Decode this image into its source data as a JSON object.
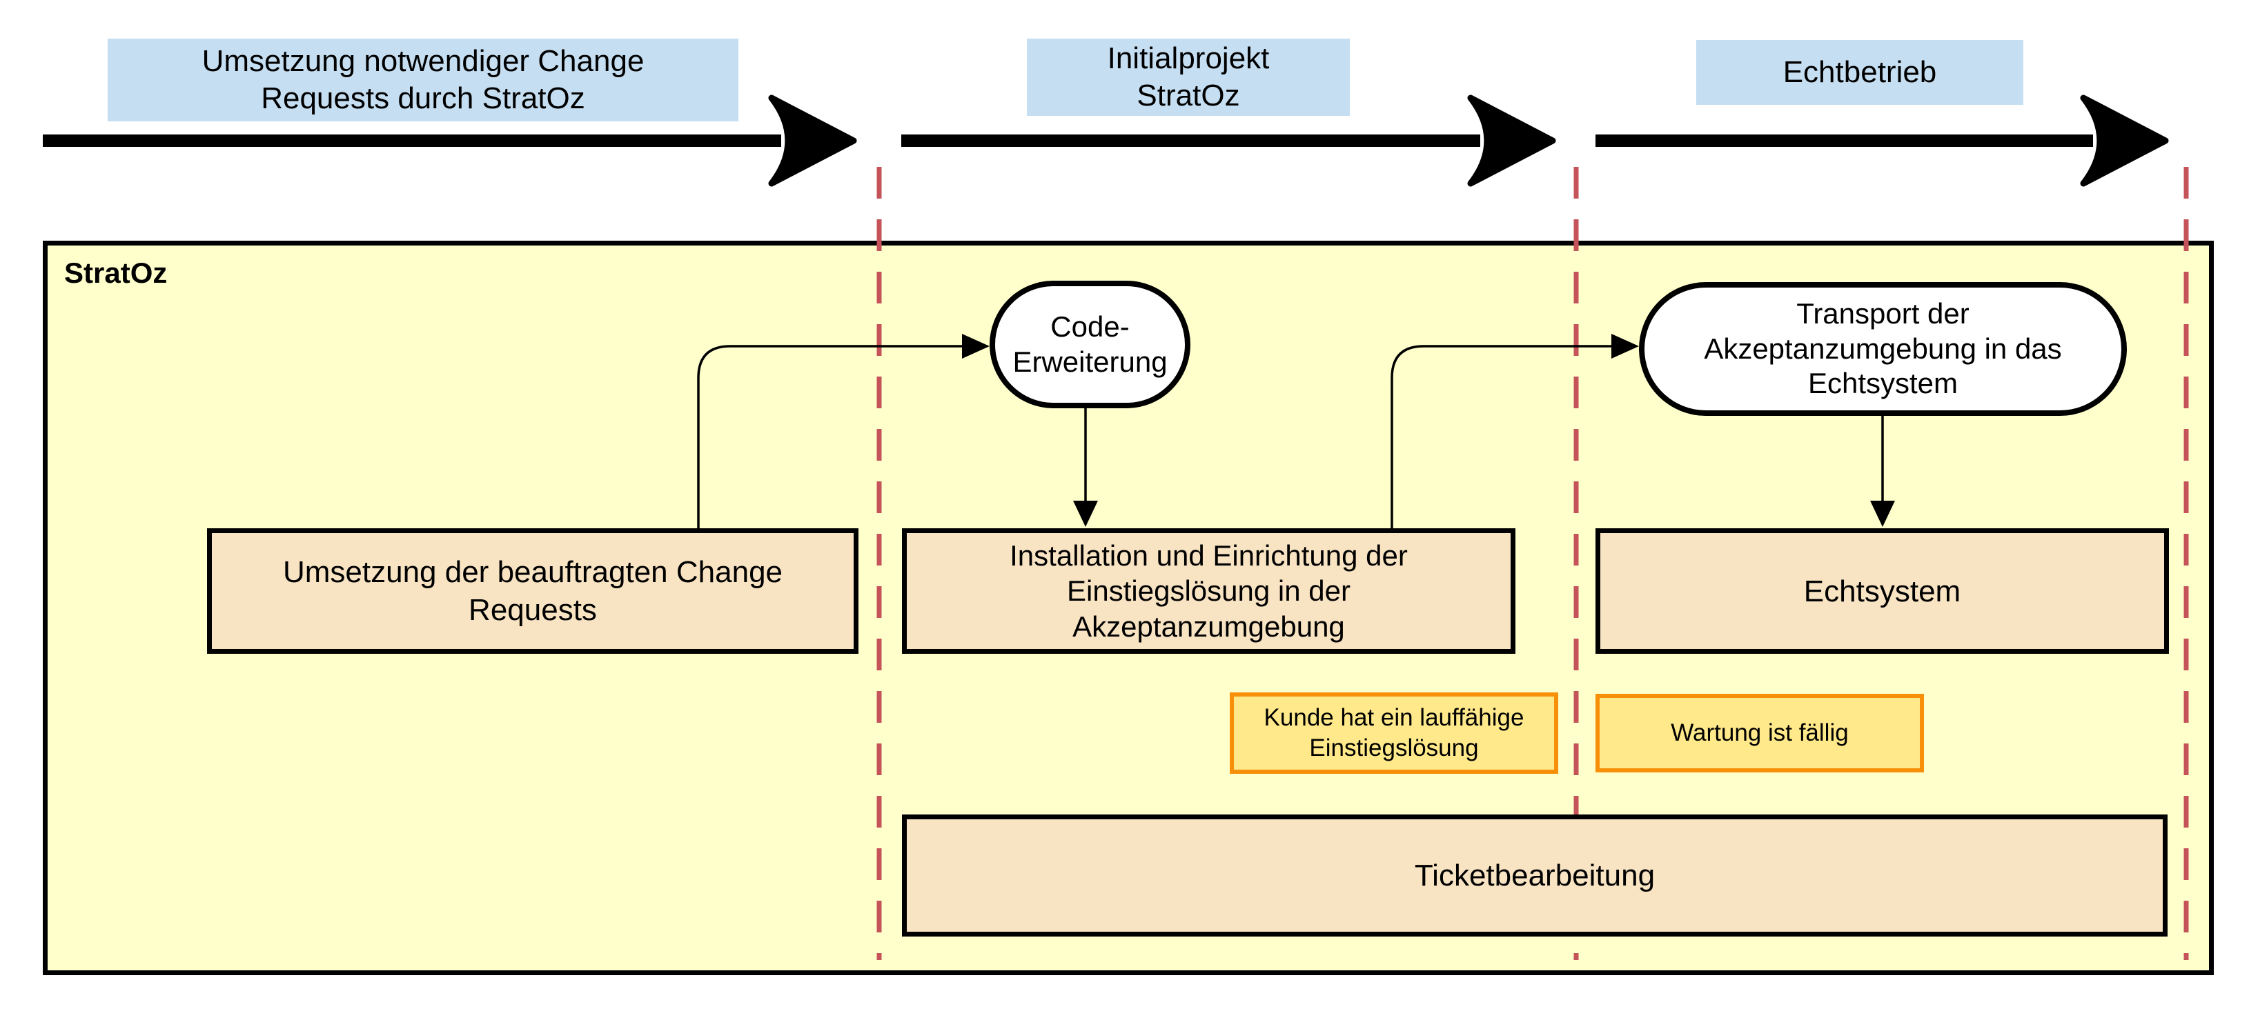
{
  "colors": {
    "phase_label_bg": "#C5DEF1",
    "lane_bg": "#FFFFCC",
    "task_bg": "#F8E3C3",
    "event_bg": "#FFE98A",
    "event_border": "#F78F08",
    "divider": "#C5535A",
    "node_bg": "#FFFFFF",
    "ink": "#000000"
  },
  "phases": [
    {
      "name": "phase-1",
      "lines": [
        "Umsetzung notwendiger Change",
        "Requests durch StratOz"
      ]
    },
    {
      "name": "phase-2",
      "lines": [
        "Initialprojekt",
        "StratOz"
      ]
    },
    {
      "name": "phase-3",
      "lines": [
        "Echtbetrieb"
      ]
    }
  ],
  "lane": {
    "label": "StratOz"
  },
  "shapes": {
    "code_erweiterung": {
      "type": "rounded-activity",
      "lines": [
        "Code-",
        "Erweiterung"
      ]
    },
    "transport_akzeptanzumgebung": {
      "type": "rounded-activity",
      "lines": [
        "Transport der",
        "Akzeptanzumgebung in das",
        "Echtsystem"
      ]
    },
    "umsetzung_change_requests": {
      "type": "task",
      "lines": [
        "Umsetzung der beauftragten Change",
        "Requests"
      ]
    },
    "installation_einstiegsloesung": {
      "type": "task",
      "lines": [
        "Installation und Einrichtung der",
        "Einstiegslösung in der",
        "Akzeptanzumgebung"
      ]
    },
    "echtsystem": {
      "type": "task",
      "lines": [
        "Echtsystem"
      ]
    },
    "kunde_einstiegsloesung": {
      "type": "event",
      "lines": [
        "Kunde hat ein lauffähige",
        "Einstiegslösung"
      ]
    },
    "wartung_faellig": {
      "type": "event",
      "lines": [
        "Wartung ist fällig"
      ]
    },
    "ticketbearbeitung": {
      "type": "task",
      "lines": [
        "Ticketbearbeitung"
      ]
    }
  }
}
